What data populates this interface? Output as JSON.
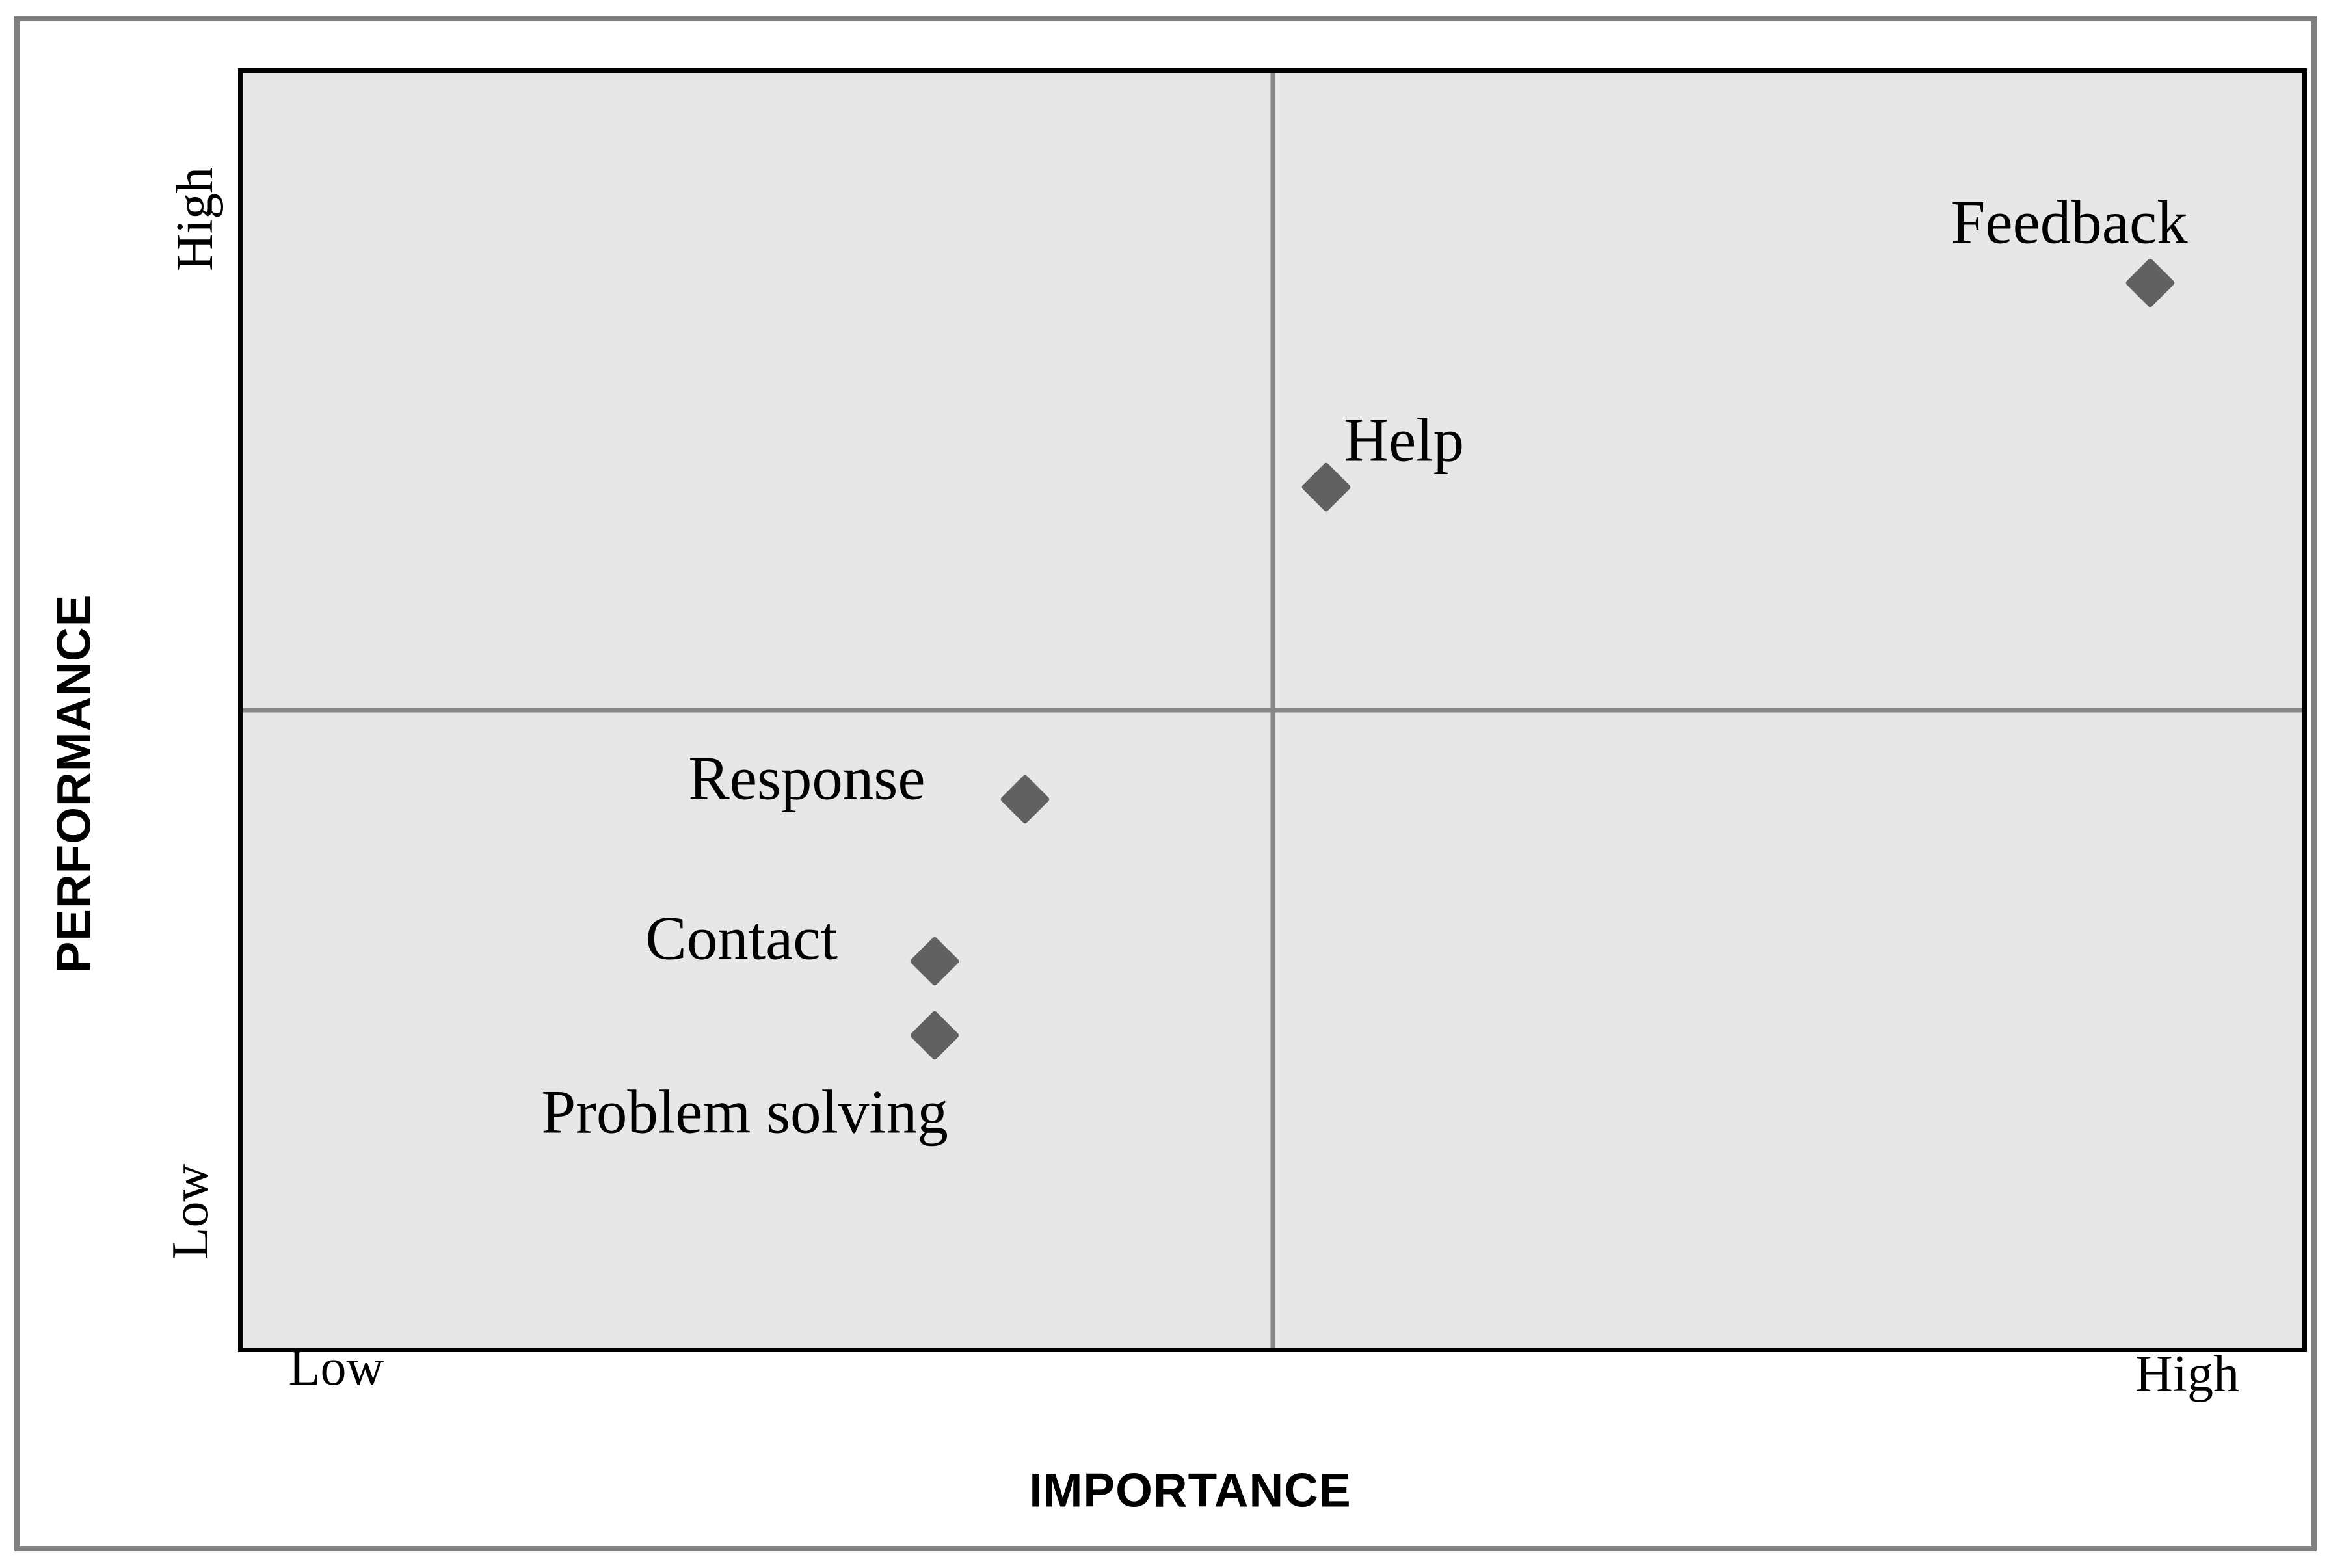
{
  "axes": {
    "x": {
      "title": "IMPORTANCE",
      "low_label": "Low",
      "high_label": "High"
    },
    "y": {
      "title": "PERFORMANCE",
      "low_label": "Low",
      "high_label": "High"
    }
  },
  "chart_data": {
    "type": "scatter",
    "title": "",
    "xlabel": "IMPORTANCE",
    "ylabel": "PERFORMANCE",
    "x_tick_labels": [
      "Low",
      "High"
    ],
    "y_tick_labels": [
      "Low",
      "High"
    ],
    "x_range": [
      0,
      1
    ],
    "y_range": [
      0,
      1
    ],
    "grid": false,
    "legend": false,
    "quadrant_divider": {
      "x": 0.5,
      "y": 0.5
    },
    "marker_shape": "diamond",
    "colors": {
      "marker": "#616161",
      "plot_background": "#e7e7e7",
      "quadrant_line": "#878787",
      "plot_border": "#000000",
      "outer_frame": "#808080",
      "text": "#000000"
    },
    "points": [
      {
        "id": "feedback",
        "label": "Feedback",
        "importance": 0.926,
        "performance": 0.835,
        "label_offset": {
          "dx": -124,
          "dy": -93
        }
      },
      {
        "id": "help",
        "label": "Help",
        "importance": 0.526,
        "performance": 0.675,
        "label_offset": {
          "dx": 120,
          "dy": -72
        }
      },
      {
        "id": "response",
        "label": "Response",
        "importance": 0.38,
        "performance": 0.43,
        "label_offset": {
          "dx": -336,
          "dy": -32
        }
      },
      {
        "id": "contact",
        "label": "Contact",
        "importance": 0.336,
        "performance": 0.303,
        "label_offset": {
          "dx": -297,
          "dy": -35
        }
      },
      {
        "id": "problem-solving",
        "label": "Problem solving",
        "importance": 0.336,
        "performance": 0.245,
        "label_offset": {
          "dx": -292,
          "dy": 118
        }
      }
    ]
  }
}
